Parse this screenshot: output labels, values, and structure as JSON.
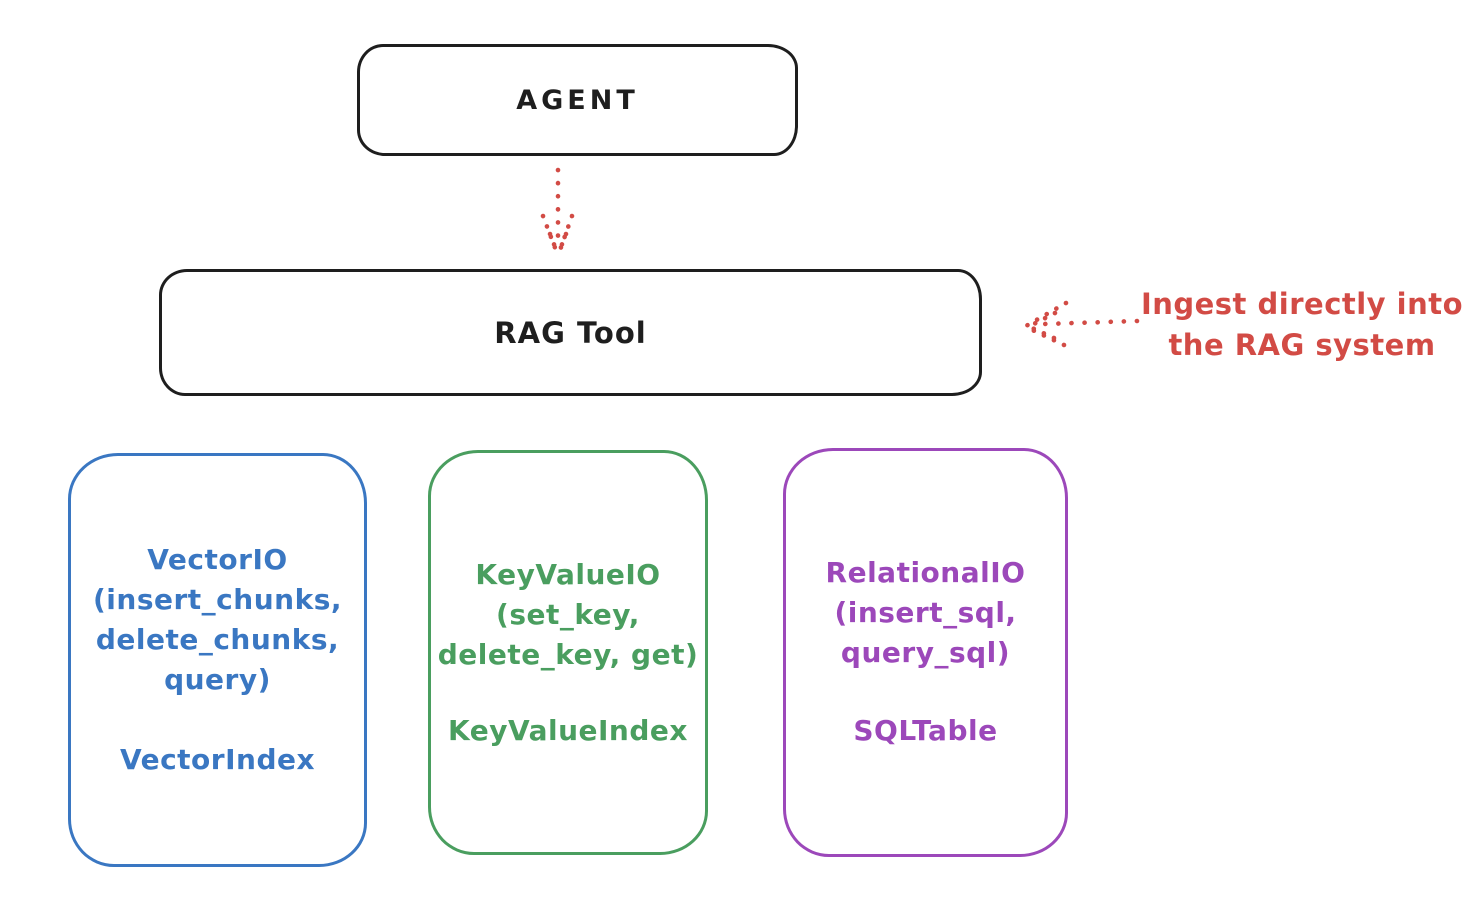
{
  "colors": {
    "stroke_black": "#1e1e1e",
    "red": "#d24b45",
    "blue": "#3a77c2",
    "green": "#4a9e5f",
    "purple": "#9c48ba",
    "background": "#ffffff"
  },
  "agent_box": {
    "label": "AGENT"
  },
  "rag_tool_box": {
    "label": "RAG Tool"
  },
  "annotation": {
    "line1": "Ingest directly into",
    "line2": "the RAG system"
  },
  "arrows": {
    "agent_to_rag": {
      "style": "dotted",
      "direction": "down",
      "from": "agent-box",
      "to": "rag-tool-box"
    },
    "annotation_to_rag": {
      "style": "dotted",
      "direction": "left",
      "from": "annotation-text",
      "to": "rag-tool-box"
    }
  },
  "io_boxes": [
    {
      "id": "vector-io",
      "color": "#3a77c2",
      "method_lines": [
        "VectorIO",
        "(insert_chunks,",
        "delete_chunks,",
        "query)"
      ],
      "index_label": "VectorIndex"
    },
    {
      "id": "keyvalue-io",
      "color": "#4a9e5f",
      "method_lines": [
        "KeyValueIO",
        "(set_key,",
        "delete_key, get)"
      ],
      "index_label": "KeyValueIndex"
    },
    {
      "id": "relational-io",
      "color": "#9c48ba",
      "method_lines": [
        "RelationalIO",
        "(insert_sql,",
        "query_sql)"
      ],
      "index_label": "SQLTable"
    }
  ]
}
